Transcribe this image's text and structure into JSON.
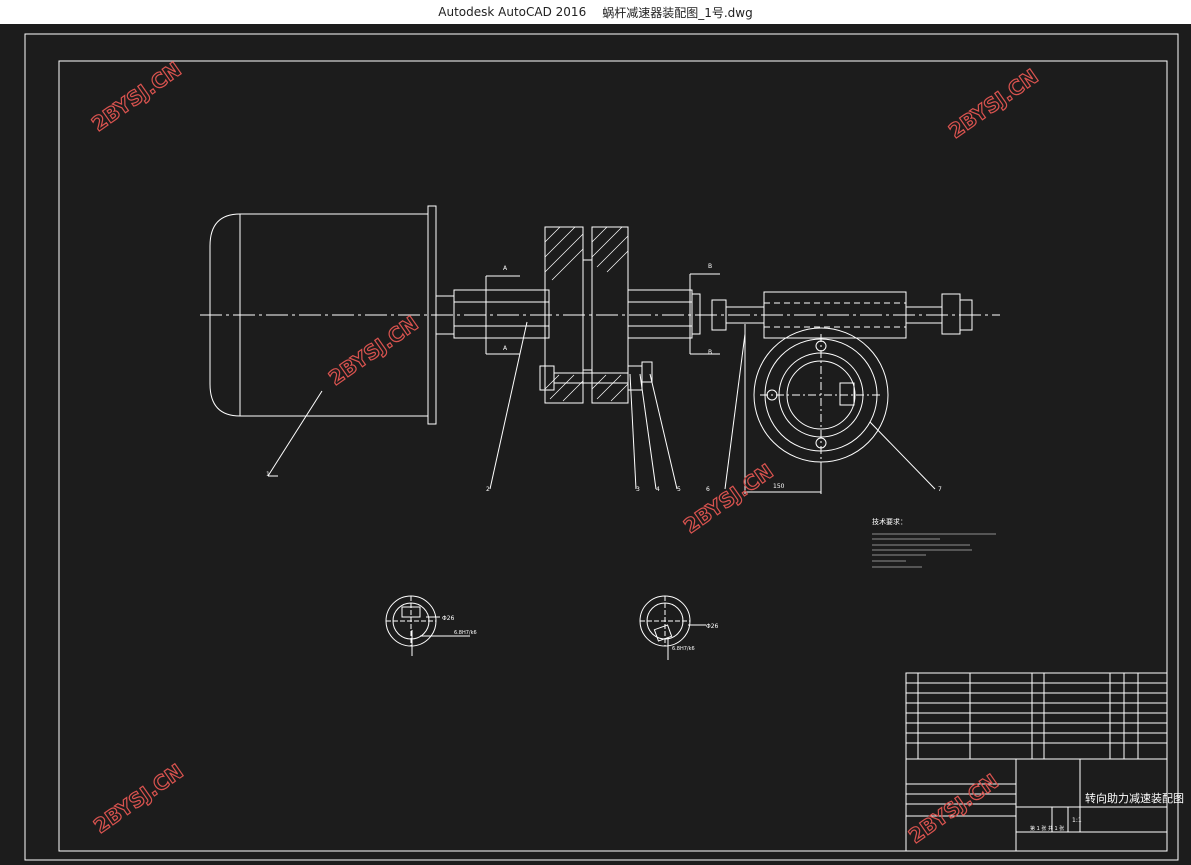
{
  "window": {
    "app_title": "Autodesk AutoCAD 2016",
    "file_title": "蜗杆减速器装配图_1号.dwg"
  },
  "watermark": {
    "text": "2BYSJ.CN",
    "color": "#d9534f"
  },
  "drawing": {
    "part_labels": [
      "1",
      "2",
      "3",
      "4",
      "5",
      "6",
      "7"
    ],
    "section_marks": {
      "a": "A",
      "b": "B"
    },
    "dimension_150": "150",
    "detail_dims": {
      "d1": "Φ26",
      "d2": "6.8H7/k6",
      "d3": "Φ26",
      "d4": "6.8H7/k6"
    },
    "tech_req_title": "技术要求："
  },
  "title_block": {
    "title": "转向助力减速装配图",
    "scale": "1:1",
    "sheet_info": "第 1 张  共 1 张"
  },
  "colors": {
    "background": "#1c1c1c",
    "lines": "#ffffff",
    "titlebar": "#ffffff"
  }
}
